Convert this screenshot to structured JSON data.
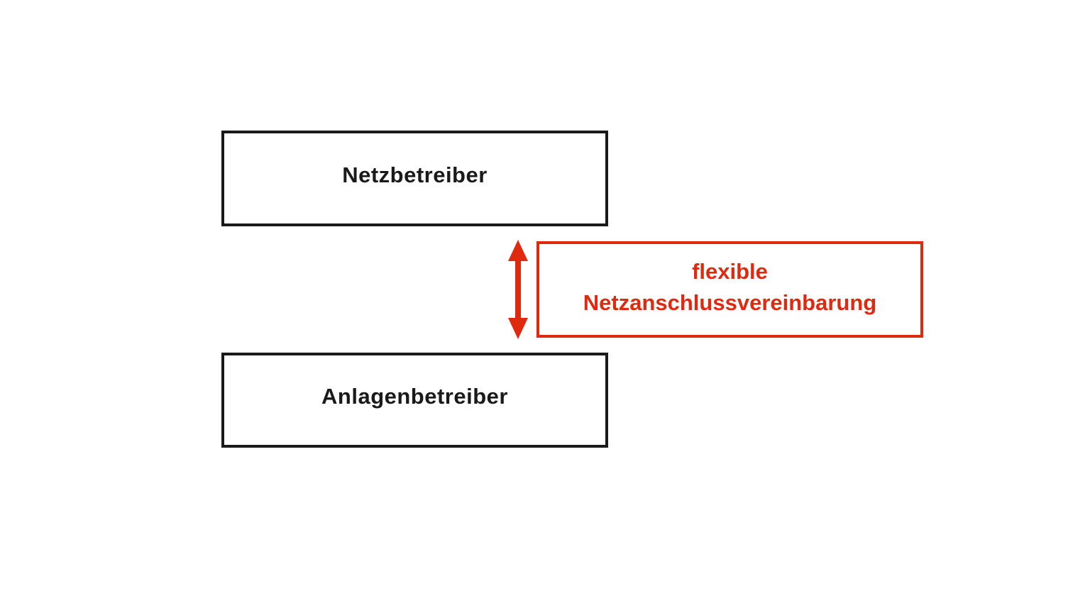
{
  "diagram": {
    "title": "flexible Netzanschlussvereinbarung relationship diagram",
    "colors": {
      "box_border": "#1a1a1a",
      "accent_red": "#df2a10",
      "background": "#ffffff"
    },
    "nodes": {
      "netzbetreiber": {
        "label": "Netzbetreiber"
      },
      "anlagenbetreiber": {
        "label": "Anlagenbetreiber"
      }
    },
    "annotation": {
      "line1": "flexible",
      "line2": "Netzanschlussvereinbarung"
    },
    "connector": {
      "type": "vertical-double-arrow",
      "from": "netzbetreiber",
      "to": "anlagenbetreiber",
      "icon": "double-arrow-icon"
    }
  }
}
